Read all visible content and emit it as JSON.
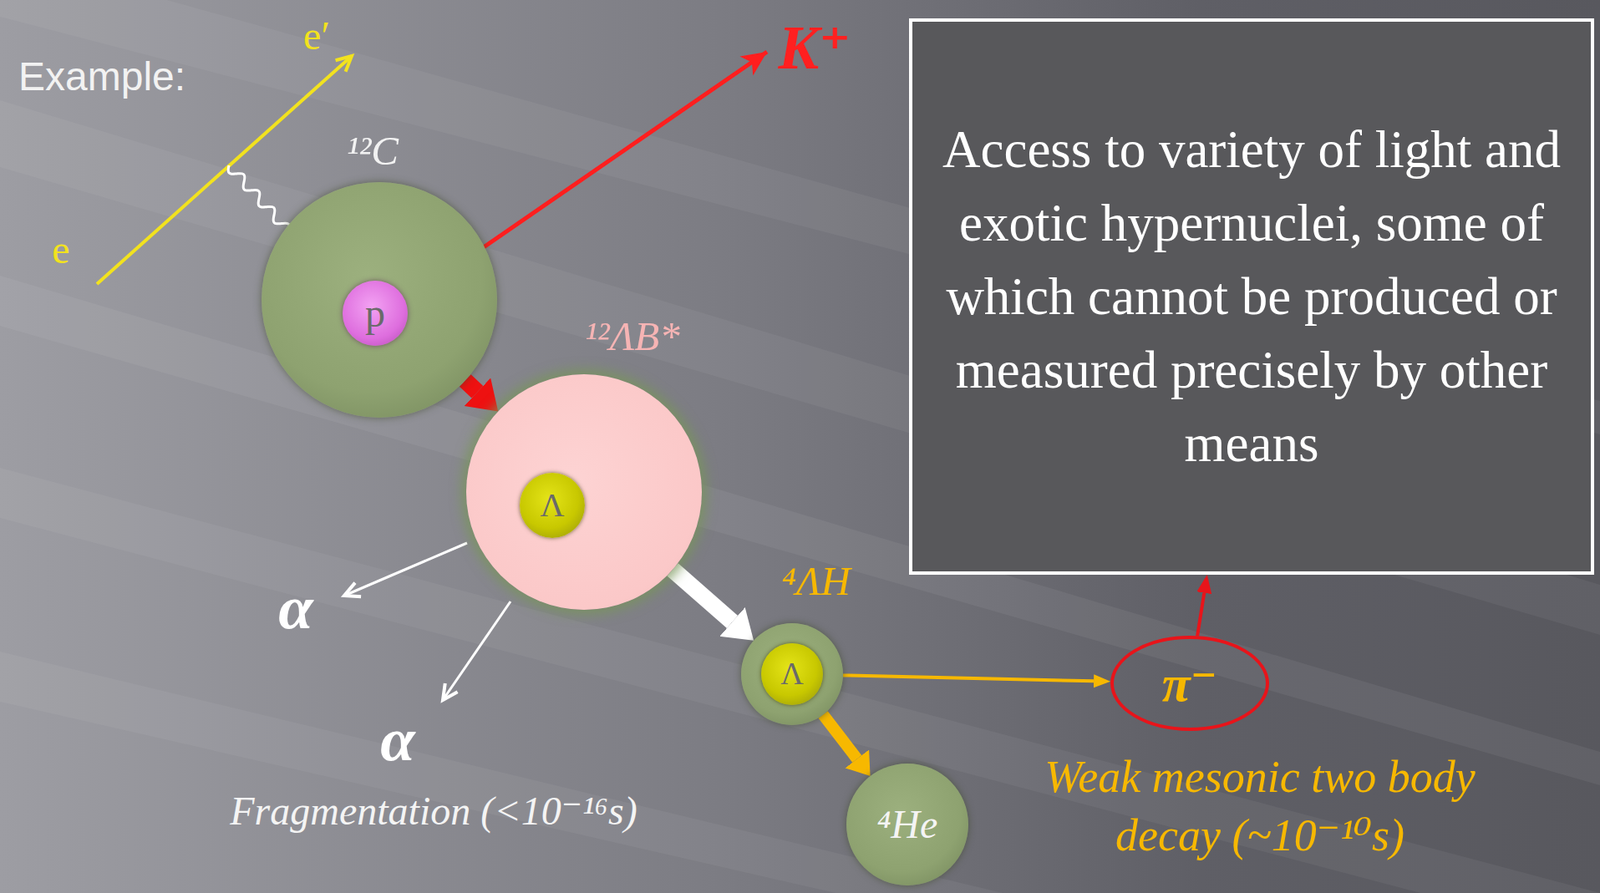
{
  "diagram": {
    "nodes": [
      {
        "text": [
          "¹²C"
        ]
      },
      {
        "text": [
          "p"
        ],
        "in": 0
      },
      {
        "text": [
          "¹²ΛB*"
        ]
      },
      {
        "text": [
          "Λ"
        ],
        "in": 2
      },
      {
        "text": [
          "⁴ΛH"
        ]
      },
      {
        "text": [
          "Λ"
        ],
        "in": 4
      },
      {
        "text": [
          "⁴He"
        ]
      },
      {
        "text": [
          "Access to variety of light and exotic hypernuclei, some of which cannot be produced or measured precisely by other means"
        ]
      },
      {
        "text": [
          "π⁻"
        ]
      }
    ],
    "edges": [
      {
        "from": 0,
        "to": 2,
        "arrow": "to"
      },
      {
        "from": 2,
        "to": 4,
        "arrow": "to"
      },
      {
        "from": 4,
        "to": 6,
        "arrow": "to"
      },
      {
        "from": 4,
        "to": 8,
        "arrow": "to"
      },
      {
        "from": 8,
        "to": 7,
        "arrow": "to"
      }
    ],
    "labels": [
      "Example:",
      "e",
      "e′",
      "K⁺",
      "α",
      "α",
      "Fragmentation (<10⁻¹⁶s)",
      "Weak mesonic two body decay (~10⁻¹⁰s)"
    ]
  }
}
